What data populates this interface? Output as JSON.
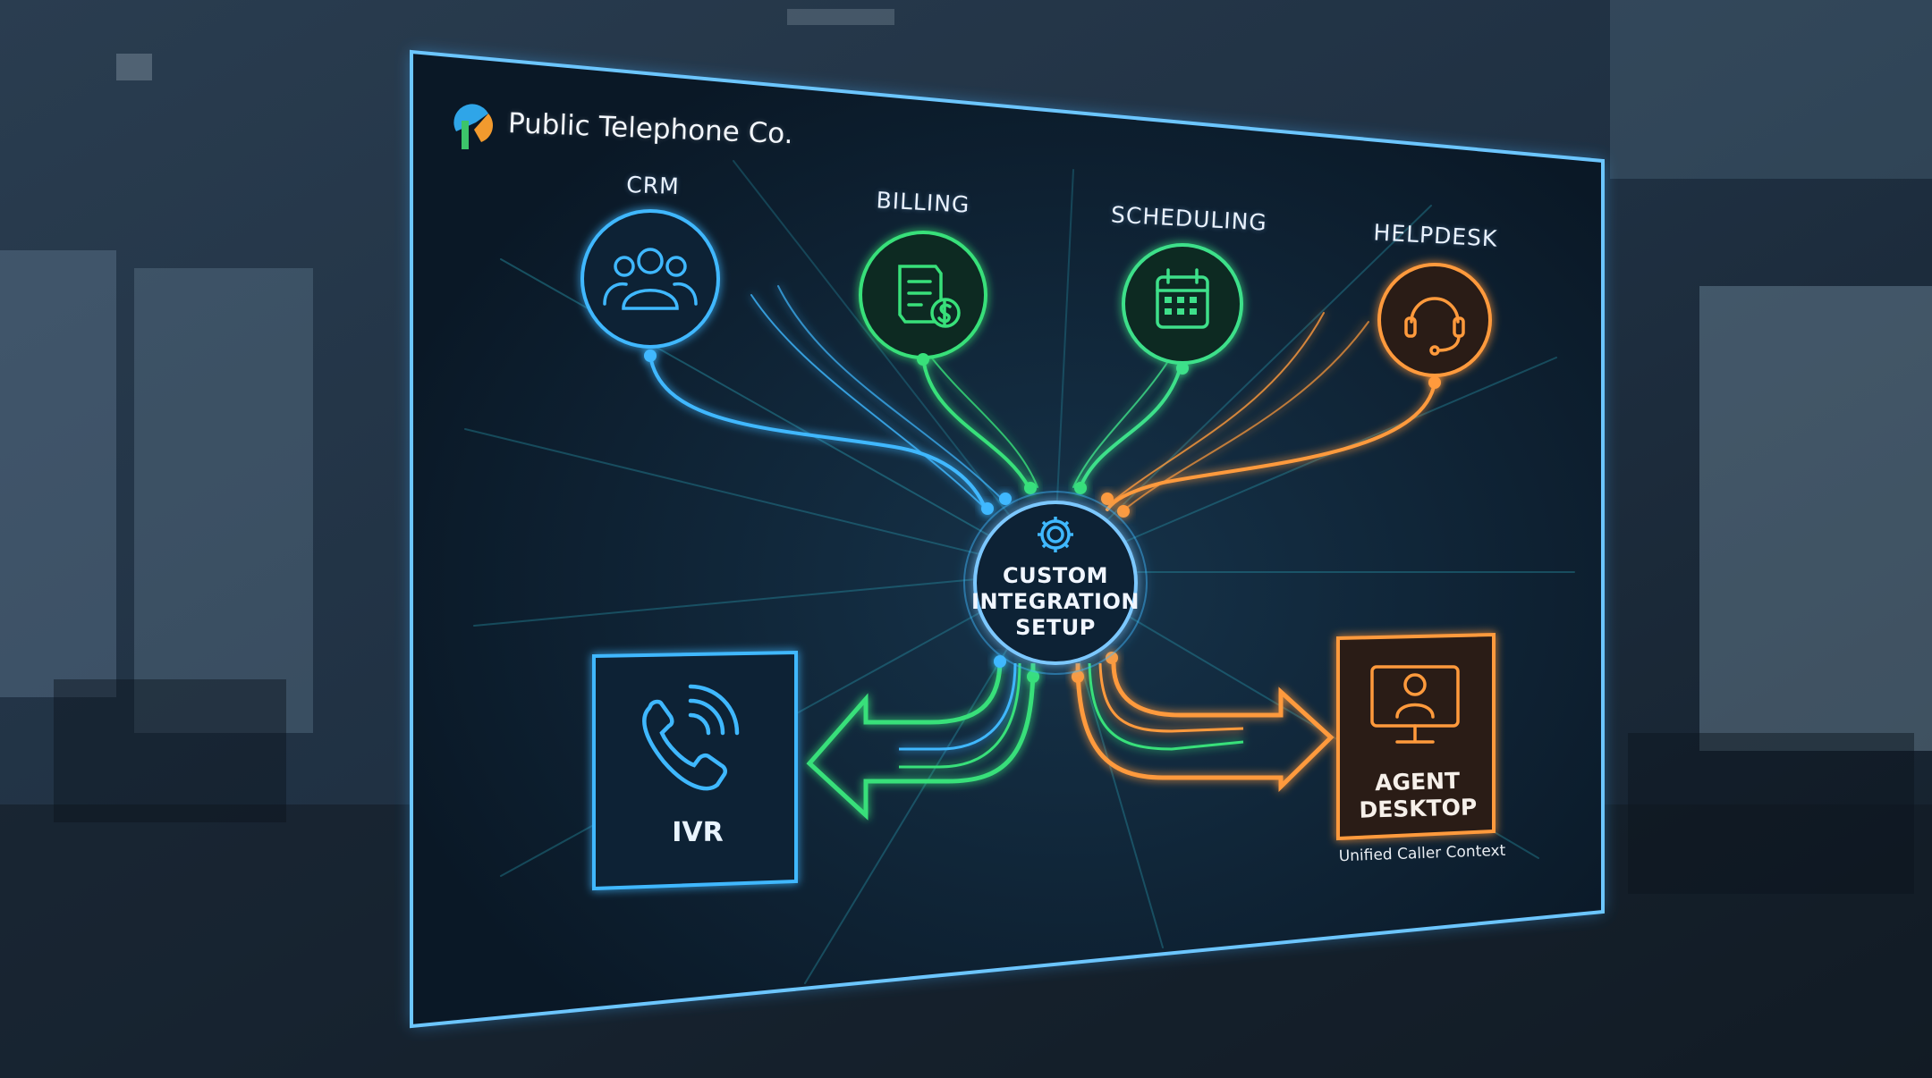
{
  "brand": {
    "name": "Public Telephone Co.",
    "logo": "p-logo-icon"
  },
  "systems": [
    {
      "id": "crm",
      "label": "CRM",
      "icon": "users-icon",
      "color": "#3fb8ff"
    },
    {
      "id": "billing",
      "label": "BILLING",
      "icon": "invoice-dollar-icon",
      "color": "#38e07a"
    },
    {
      "id": "scheduling",
      "label": "SCHEDULING",
      "icon": "calendar-icon",
      "color": "#3ee08a"
    },
    {
      "id": "helpdesk",
      "label": "HELPDESK",
      "icon": "headset-icon",
      "color": "#ff9a3c"
    }
  ],
  "hub": {
    "lines": [
      "CUSTOM",
      "INTEGRATION",
      "SETUP"
    ],
    "icon": "gear-icon"
  },
  "ivr": {
    "label": "IVR",
    "icon": "phone-ringing-icon",
    "color": "#3fb8ff"
  },
  "agent_desktop": {
    "lines": [
      "AGENT",
      "DESKTOP"
    ],
    "caption": "Unified Caller Context",
    "icon": "monitor-agent-icon",
    "color": "#ff9a3c"
  }
}
